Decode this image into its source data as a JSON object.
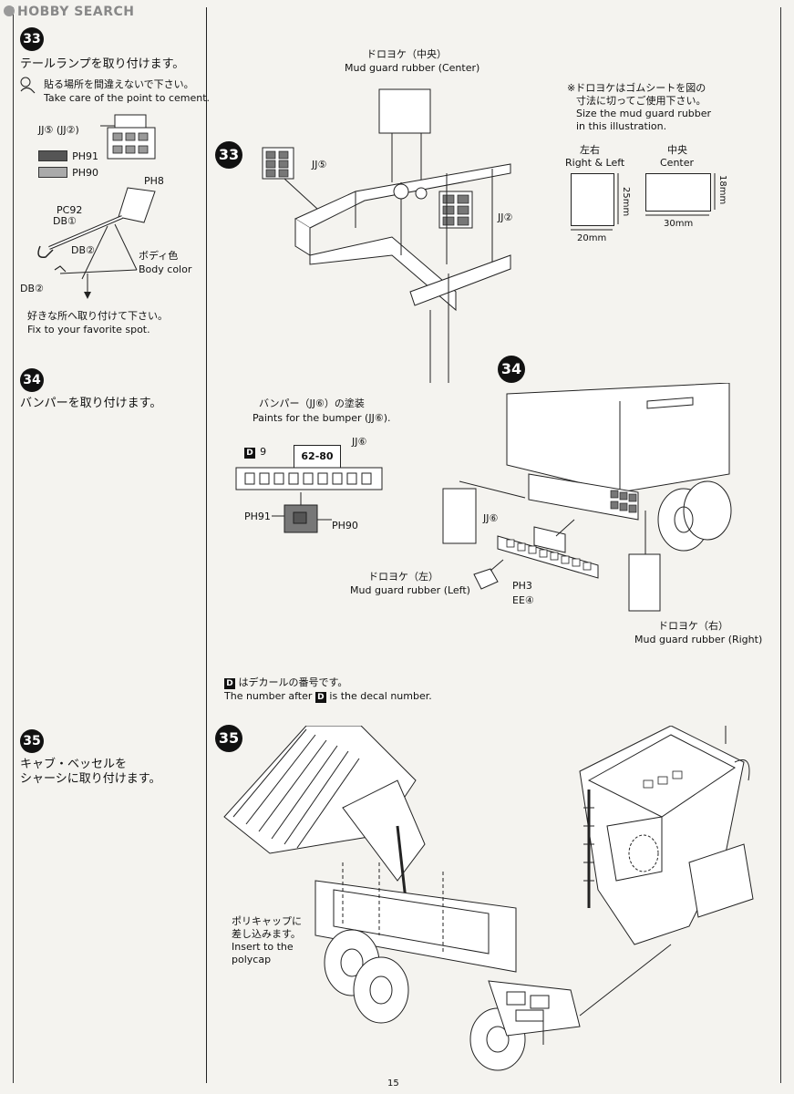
{
  "watermark": "HOBBY SEARCH",
  "page_number": "15",
  "step33": {
    "num": "33",
    "title_jp": "テールランプを取り付けます。",
    "cement_jp": "貼る場所を間違えないで下さい。",
    "cement_en": "Take care of the point to cement.",
    "jj5_label": "JJ⑤ (JJ②)",
    "ph91": "PH91",
    "ph90": "PH90",
    "ph8": "PH8",
    "pc92": "PC92",
    "db1": "DB①",
    "db2": "DB②",
    "db2b": "DB②",
    "body_color_jp": "ボディ色",
    "body_color_en": "Body color",
    "fix_jp": "好きな所へ取り付けて下さい。",
    "fix_en": "Fix to your favorite spot.",
    "diag_num": "33",
    "diag_jj5": "JJ⑤",
    "diag_jj2": "JJ②",
    "mud_center_jp": "ドロヨケ（中央）",
    "mud_center_en": "Mud guard rubber (Center)",
    "note_jp1": "※ドロヨケはゴムシートを図の",
    "note_jp2": "寸法に切ってご使用下さい。",
    "note_en1": "Size the mud guard rubber",
    "note_en2": "in this illustration.",
    "rl_jp": "左右",
    "rl_en": "Right & Left",
    "center_jp": "中央",
    "center_en": "Center",
    "dim_25": "25mm",
    "dim_20": "20mm",
    "dim_18": "18mm",
    "dim_30": "30mm"
  },
  "step34": {
    "num": "34",
    "title_jp": "バンパーを取り付けます。",
    "paint_jp": "バンパー（JJ⑥）の塗装",
    "paint_en": "Paints for the bumper (JJ⑥).",
    "decal_d9": "9",
    "jj6": "JJ⑥",
    "plate_text": "62-80",
    "ph91": "PH91",
    "ph90": "PH90",
    "diag_num": "34",
    "diag_jj6": "JJ⑥",
    "mud_left_jp": "ドロヨケ（左）",
    "mud_left_en": "Mud guard rubber (Left)",
    "ph3": "PH3",
    "ee4": "EE④",
    "mud_right_jp": "ドロヨケ（右）",
    "mud_right_en": "Mud guard rubber (Right)",
    "decal_note_jp": "はデカールの番号です。",
    "decal_note_en1": "The number after",
    "decal_note_en2": "is the decal number."
  },
  "step35": {
    "num": "35",
    "title_jp1": "キャブ・ベッセルを",
    "title_jp2": "シャーシに取り付けます。",
    "diag_num": "35",
    "polycap_jp1": "ポリキャップに",
    "polycap_jp2": "差し込みます。",
    "polycap_en1": "Insert to the",
    "polycap_en2": "polycap"
  }
}
